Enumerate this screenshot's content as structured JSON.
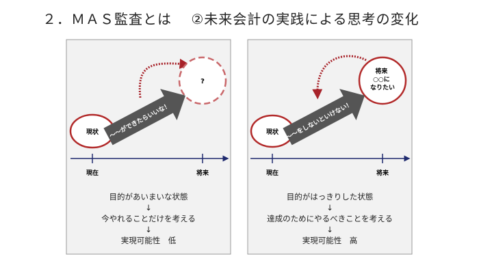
{
  "title": "２．ＭＡＳ監査とは　 ②未来会計の実践による思考の変化",
  "colors": {
    "circle_red": "#b22a2a",
    "dashed_red": "#c9676a",
    "arrow_gray": "#555555",
    "timeline": "#1f2a6e",
    "panel_bg": "#f2f2f2"
  },
  "left": {
    "current_label": "現状",
    "future_label": "?",
    "arrow_text": "～～ができたらいいな！",
    "timeline_now": "現在",
    "timeline_future": "将来",
    "captions": [
      "目的があいまいな状態",
      "↓",
      "今やれることだけを考える",
      "↓",
      "実現可能性　低"
    ]
  },
  "right": {
    "current_label": "現状",
    "future_label_lines": [
      "将来",
      "○○に",
      "なりたい"
    ],
    "arrow_text": "～～をしないといけない！",
    "timeline_now": "現在",
    "timeline_future": "将来",
    "captions": [
      "目的がはっきりした状態",
      "↓",
      "達成のためにやるべきことを考える",
      "↓",
      "実現可能性　高"
    ]
  }
}
